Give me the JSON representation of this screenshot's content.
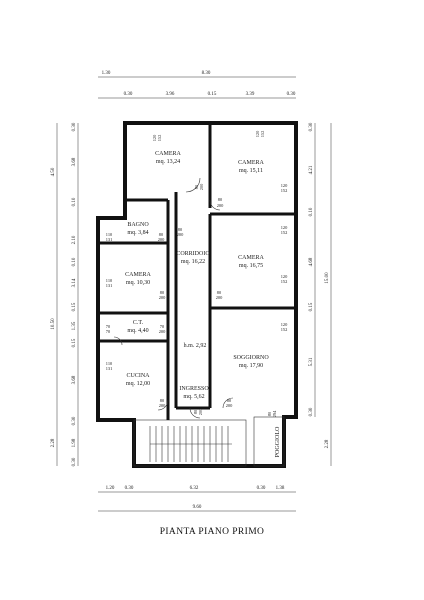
{
  "title": "PIANTA PIANO PRIMO",
  "rooms": [
    {
      "name": "CAMERA",
      "area": "mq. 13,24"
    },
    {
      "name": "CAMERA",
      "area": "mq. 15,11"
    },
    {
      "name": "BAGNO",
      "area": "mq. 3,84"
    },
    {
      "name": "CORRIDOIO",
      "area": "mq. 16,22"
    },
    {
      "name": "CAMERA",
      "area": "mq. 16,75"
    },
    {
      "name": "CAMERA",
      "area": "mq. 10,30"
    },
    {
      "name": "C.T.",
      "area": "mq. 4,40"
    },
    {
      "name": "SOGGIORNO",
      "area": "mq. 17,90"
    },
    {
      "name": "CUCINA",
      "area": "mq. 12,00"
    },
    {
      "name": "INGRESSO",
      "area": "mq. 5,62"
    },
    {
      "name": "POGGIOLO",
      "area": ""
    }
  ],
  "height_note": "h.m. 2,92",
  "dims": {
    "top_outer": [
      "1.30",
      "8.30"
    ],
    "top_inner": [
      "0.30",
      "3.96",
      "0.15",
      "3.39",
      "0.30"
    ],
    "bottom_inner": [
      "1.20",
      "0.30",
      "6.32",
      "0.30",
      "1.38"
    ],
    "bottom_outer": "9.60",
    "left_outer": [
      "4.50",
      "10.50",
      "2.28"
    ],
    "left_inner": [
      "0.30",
      "3.68",
      "0.10",
      "2.10",
      "0.10",
      "3.14",
      "0.15",
      "1.35",
      "0.15",
      "3.68",
      "0.30",
      "1.98",
      "0.30"
    ],
    "right_inner": [
      "0.30",
      "4.21",
      "0.10",
      "4.68",
      "0.15",
      "5.31",
      "0.30"
    ],
    "right_outer": [
      "15.00",
      "2.28"
    ]
  },
  "openings": [
    "120",
    "152",
    "120",
    "152",
    "80",
    "200",
    "80",
    "200",
    "110",
    "131",
    "80",
    "200",
    "120",
    "152",
    "120",
    "152",
    "110",
    "131",
    "80",
    "200",
    "80",
    "200",
    "70",
    "70",
    "70",
    "200",
    "120",
    "152",
    "110",
    "131",
    "80",
    "200",
    "80",
    "200",
    "80",
    "200",
    "80",
    "200",
    "120",
    "152",
    "80",
    "294"
  ]
}
